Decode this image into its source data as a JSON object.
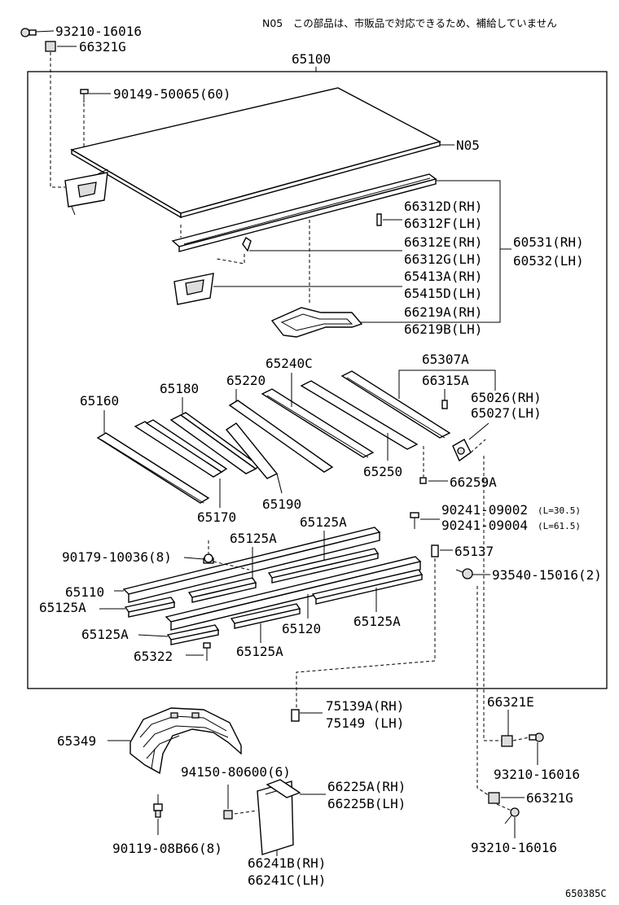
{
  "diagram": {
    "note": "N05　この部品は、市販品で対応できるため、補給していません",
    "ref_code": "650385C",
    "labels": {
      "p93210_top": "93210-16016",
      "p66321g_top": "66321G",
      "p65100": "65100",
      "p90149": "90149-50065(60)",
      "pN05": "N05",
      "p66312d": "66312D(RH)",
      "p66312f": "66312F(LH)",
      "p66312e": "66312E(RH)",
      "p66312g": "66312G(LH)",
      "p60531": "60531(RH)",
      "p60532": "60532(LH)",
      "p65413a": "65413A(RH)",
      "p65415d": "65415D(LH)",
      "p66219a": "66219A(RH)",
      "p66219b": "66219B(LH)",
      "p65240c": "65240C",
      "p65307a": "65307A",
      "p65180": "65180",
      "p65220": "65220",
      "p66315a": "66315A",
      "p65026": "65026(RH)",
      "p65027": "65027(LH)",
      "p65160": "65160",
      "p65250": "65250",
      "p66259a": "66259A",
      "p65190": "65190",
      "p65170": "65170",
      "p90241_1": "90241-09002",
      "p90241_1_len": "(L=30.5)",
      "p90241_2": "90241-09004",
      "p90241_2_len": "(L=61.5)",
      "p65125a_a": "65125A",
      "p65125a_b": "65125A",
      "p90179": "90179-10036(8)",
      "p65137": "65137",
      "p65110": "65110",
      "p93540": "93540-15016(2)",
      "p65125a_c": "65125A",
      "p65120": "65120",
      "p65125a_d": "65125A",
      "p65125a_e": "65125A",
      "p65322": "65322",
      "p65125a_f": "65125A",
      "p75139a": "75139A(RH)",
      "p75149": "75149 (LH)",
      "p66321e": "66321E",
      "p65349": "65349",
      "p94150": "94150-80600(6)",
      "p66225a": "66225A(RH)",
      "p66225b": "66225B(LH)",
      "p93210_mid": "93210-16016",
      "p66321g_bot": "66321G",
      "p90119": "90119-08B66(8)",
      "p93210_bot": "93210-16016",
      "p66241b": "66241B(RH)",
      "p66241c": "66241C(LH)"
    }
  }
}
